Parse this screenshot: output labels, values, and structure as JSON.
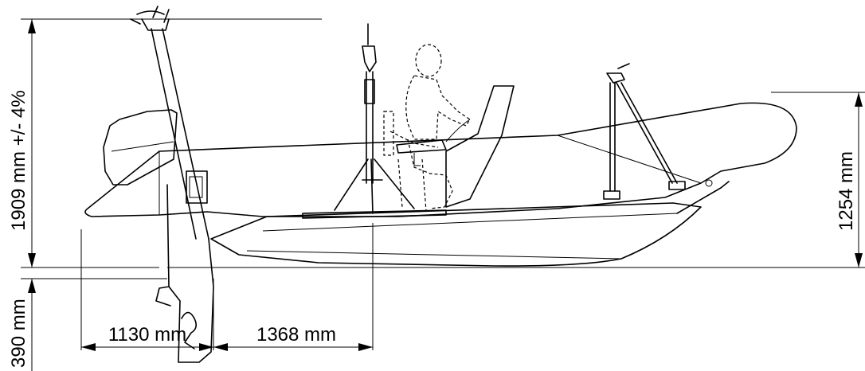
{
  "dimensions": {
    "overall_height": "1909 mm +/- 4%",
    "hull_height": "1254 mm",
    "draft": "390 mm",
    "stern_to_motor": "1130 mm",
    "motor_to_mast": "1368 mm"
  },
  "colors": {
    "line": "#000000",
    "background": "#ffffff"
  }
}
